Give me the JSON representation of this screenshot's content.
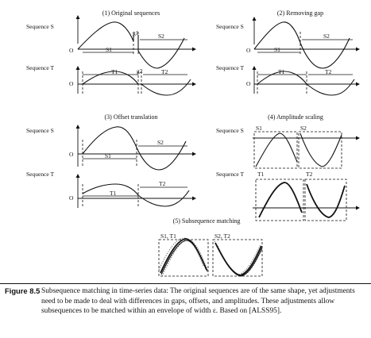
{
  "panels": [
    {
      "title": "(1) Original sequences",
      "label_s": "Sequence S",
      "label_t": "Sequence T",
      "origin_s": "O",
      "origin_t": "O",
      "seg_s1": "S1",
      "seg_s2": "S2",
      "seg_g1": "g1",
      "seg_t1": "T1",
      "seg_t2": "T2",
      "seg_g2": "g2"
    },
    {
      "title": "(2) Removing gap",
      "label_s": "Sequence S",
      "label_t": "Sequence T",
      "origin_s": "O",
      "origin_t": "O",
      "seg_s1": "S1",
      "seg_s2": "S2",
      "seg_t1": "T1",
      "seg_t2": "T2"
    },
    {
      "title": "(3) Offset translation",
      "label_s": "Sequence S",
      "label_t": "Sequence T",
      "origin_s": "O",
      "origin_t": "O",
      "seg_s1": "S1",
      "seg_s2": "S2",
      "seg_t1": "T1",
      "seg_t2": "T2"
    },
    {
      "title": "(4) Amplitude scaling",
      "label_s": "Sequence S",
      "label_t": "Sequence T",
      "seg_s1": "S1",
      "seg_s2": "S2",
      "seg_t1": "T1",
      "seg_t2": "T2"
    },
    {
      "title": "(5) Subsequence matching",
      "pair1": "S1, T1",
      "pair2": "S2, T2"
    }
  ],
  "caption": {
    "label": "Figure 8.5",
    "text": "Subsequence matching in time-series data: The original sequences are of the same shape, yet adjustments need to be made to deal with differences in gaps, offsets, and amplitudes. These adjustments allow subsequences to be matched within an envelope of width ε. Based on [ALSS95]."
  }
}
